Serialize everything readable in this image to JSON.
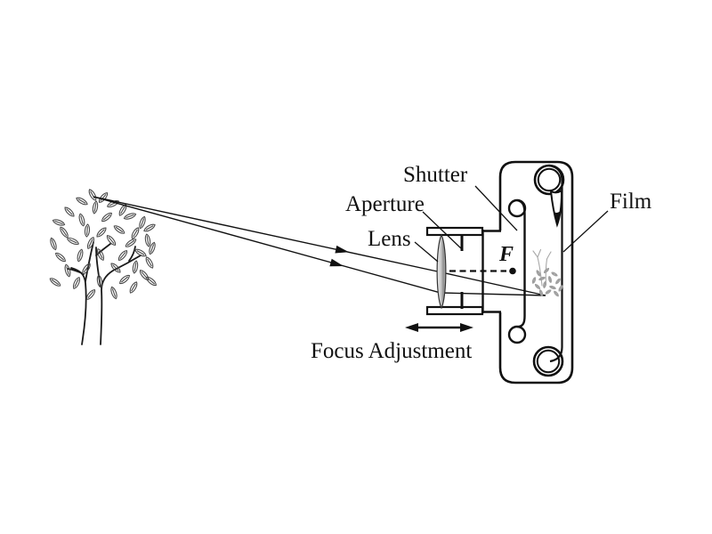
{
  "labels": {
    "shutter": "Shutter",
    "aperture": "Aperture",
    "lens": "Lens",
    "film": "Film",
    "focal_point": "F",
    "focus_adjustment": "Focus Adjustment"
  },
  "colors": {
    "line": "#111111",
    "lens_fill_dark": "#8f8f8f",
    "lens_fill_light": "#ededed",
    "film_image_gray": "#9e9e9e",
    "background": "#ffffff"
  }
}
